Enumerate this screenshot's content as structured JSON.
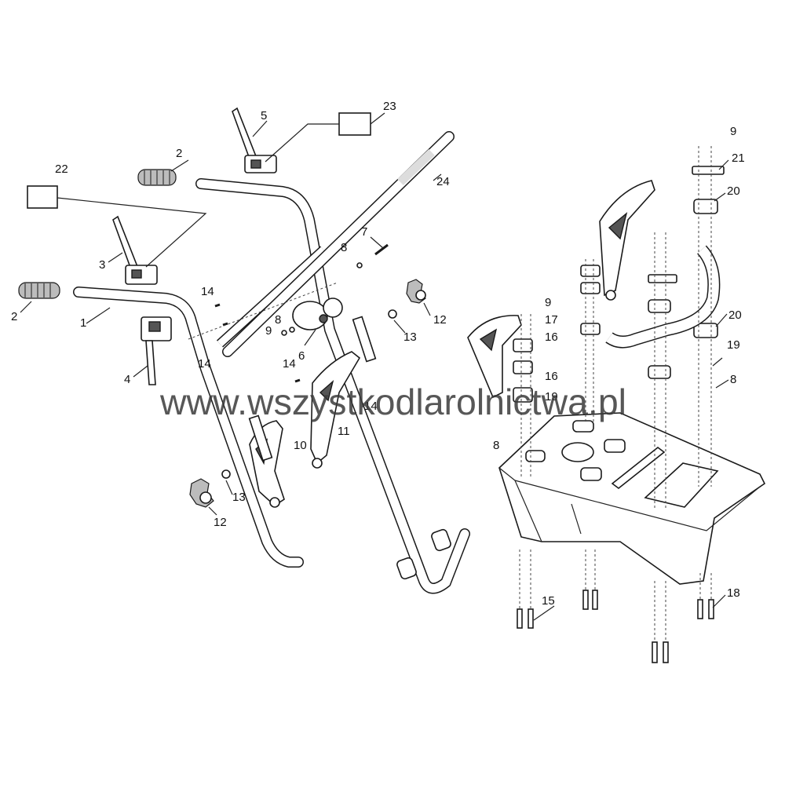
{
  "watermark": "www.wszystkodlarolnictwa.pl",
  "callouts": [
    {
      "id": "c1",
      "text": "1"
    },
    {
      "id": "c2a",
      "text": "2"
    },
    {
      "id": "c2b",
      "text": "2"
    },
    {
      "id": "c3",
      "text": "3"
    },
    {
      "id": "c4",
      "text": "4"
    },
    {
      "id": "c5",
      "text": "5"
    },
    {
      "id": "c6",
      "text": "6"
    },
    {
      "id": "c7",
      "text": "7"
    },
    {
      "id": "c8a",
      "text": "8"
    },
    {
      "id": "c8b",
      "text": "8"
    },
    {
      "id": "c8c",
      "text": "8"
    },
    {
      "id": "c8d",
      "text": "8"
    },
    {
      "id": "c9a",
      "text": "9"
    },
    {
      "id": "c9b",
      "text": "9"
    },
    {
      "id": "c9c",
      "text": "9"
    },
    {
      "id": "c10",
      "text": "10"
    },
    {
      "id": "c11",
      "text": "11"
    },
    {
      "id": "c12a",
      "text": "12"
    },
    {
      "id": "c12b",
      "text": "12"
    },
    {
      "id": "c13a",
      "text": "13"
    },
    {
      "id": "c13b",
      "text": "13"
    },
    {
      "id": "c14a",
      "text": "14"
    },
    {
      "id": "c14b",
      "text": "14"
    },
    {
      "id": "c14c",
      "text": "14"
    },
    {
      "id": "c14d",
      "text": "14"
    },
    {
      "id": "c15",
      "text": "15"
    },
    {
      "id": "c16a",
      "text": "16"
    },
    {
      "id": "c16b",
      "text": "16"
    },
    {
      "id": "c17",
      "text": "17"
    },
    {
      "id": "c18",
      "text": "18"
    },
    {
      "id": "c19a",
      "text": "19"
    },
    {
      "id": "c19b",
      "text": "19"
    },
    {
      "id": "c20a",
      "text": "20"
    },
    {
      "id": "c20b",
      "text": "20"
    },
    {
      "id": "c21",
      "text": "21"
    },
    {
      "id": "c22",
      "text": "22"
    },
    {
      "id": "c23",
      "text": "23"
    },
    {
      "id": "c24",
      "text": "24"
    }
  ]
}
